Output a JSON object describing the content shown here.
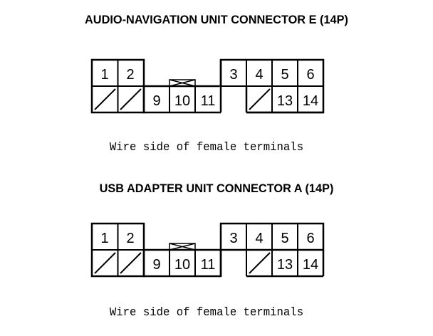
{
  "diagrams": [
    {
      "title": "AUDIO-NAVIGATION UNIT CONNECTOR E (14P)",
      "caption": "Wire side of female terminals",
      "terminals": {
        "t1": "1",
        "t2": "2",
        "t3": "3",
        "t4": "4",
        "t5": "5",
        "t6": "6",
        "t9": "9",
        "t10": "10",
        "t11": "11",
        "t13": "13",
        "t14": "14"
      }
    },
    {
      "title": "USB ADAPTER UNIT CONNECTOR A (14P)",
      "caption": "Wire side of female terminals",
      "terminals": {
        "t1": "1",
        "t2": "2",
        "t3": "3",
        "t4": "4",
        "t5": "5",
        "t6": "6",
        "t9": "9",
        "t10": "10",
        "t11": "11",
        "t13": "13",
        "t14": "14"
      }
    }
  ]
}
